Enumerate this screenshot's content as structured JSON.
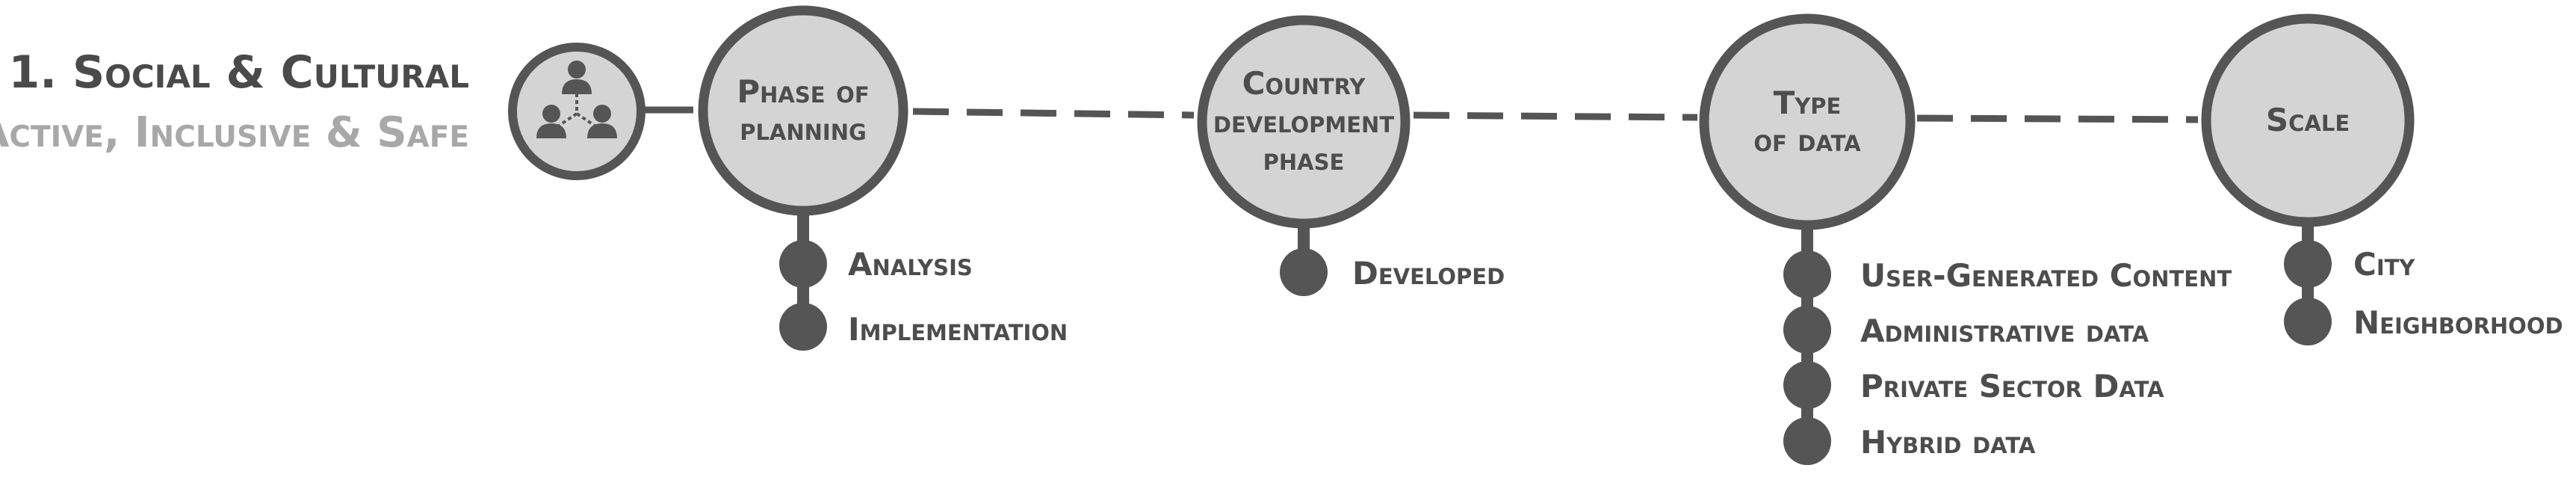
{
  "header": {
    "title": "1. Social & Cultural",
    "subtitle": "Active, Inclusive & Safe"
  },
  "icon": "people-network-icon",
  "colors": {
    "circle_fill": "#d4d4d4",
    "circle_stroke": "#555555",
    "dot": "#555555",
    "title_text": "#4a4a4a",
    "subtitle_text": "#a8a8a8"
  },
  "phases": [
    {
      "title_line1": "Phase of",
      "title_line2": "planning",
      "items": [
        "Analysis",
        "Implementation"
      ]
    },
    {
      "title_line1": "Country",
      "title_line2": "development",
      "title_line3": "phase",
      "items": [
        "Developed"
      ]
    },
    {
      "title_line1": "Type",
      "title_line2": "of data",
      "items": [
        "User-Generated Content",
        "Administrative data",
        "Private Sector Data",
        "Hybrid data"
      ]
    },
    {
      "title_line1": "Scale",
      "items": [
        "City",
        "Neighborhood"
      ]
    }
  ]
}
